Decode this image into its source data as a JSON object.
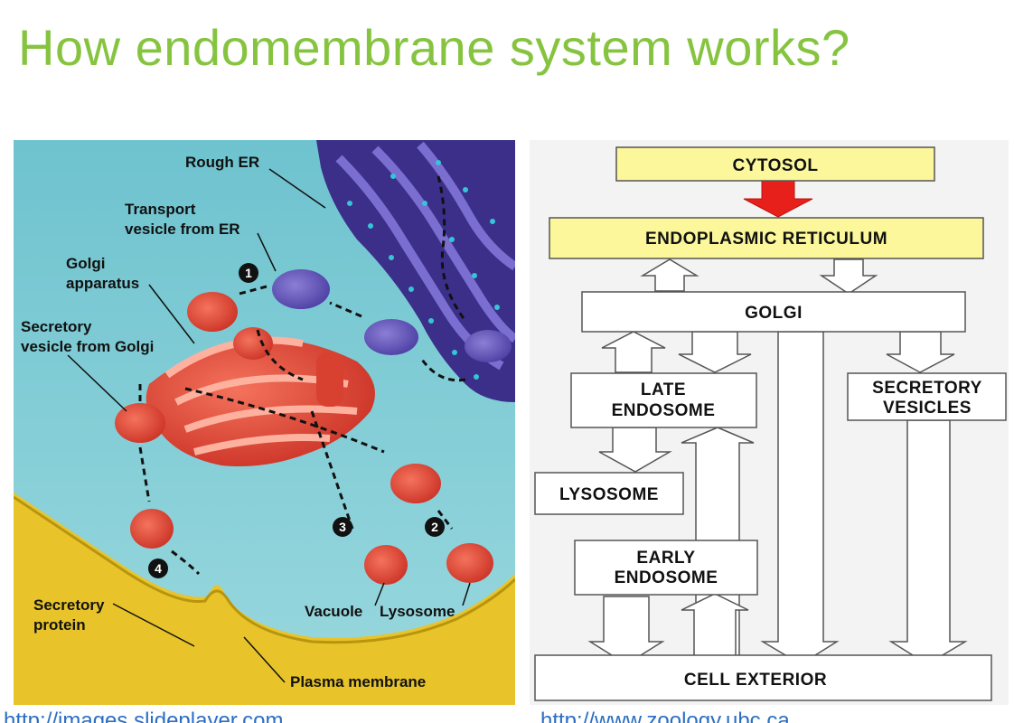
{
  "title": "How endomembrane system works?",
  "left_figure": {
    "labels": {
      "rough_er": "Rough ER",
      "transport_vesicle_line1": "Transport",
      "transport_vesicle_line2": "vesicle from ER",
      "golgi_line1": "Golgi",
      "golgi_line2": "apparatus",
      "secretory_vesicle_line1": "Secretory",
      "secretory_vesicle_line2": "vesicle from Golgi",
      "secretory_protein_line1": "Secretory",
      "secretory_protein_line2": "protein",
      "vacuole": "Vacuole",
      "lysosome": "Lysosome",
      "plasma_membrane": "Plasma membrane"
    },
    "steps": [
      "1",
      "2",
      "3",
      "4"
    ]
  },
  "right_figure": {
    "boxes": {
      "cytosol": "CYTOSOL",
      "er": "ENDOPLASMIC RETICULUM",
      "golgi": "GOLGI",
      "late_endosome_line1": "LATE",
      "late_endosome_line2": "ENDOSOME",
      "secretory_line1": "SECRETORY",
      "secretory_line2": "VESICLES",
      "lysosome": "LYSOSOME",
      "early_endosome_line1": "EARLY",
      "early_endosome_line2": "ENDOSOME",
      "cell_exterior": "CELL EXTERIOR"
    },
    "colors": {
      "highlight_box": "#fbf79a",
      "red_arrow": "#e8201c"
    }
  },
  "links": {
    "left": "http://images.slideplayer.com",
    "right": "http://www.zoology.ubc.ca"
  }
}
